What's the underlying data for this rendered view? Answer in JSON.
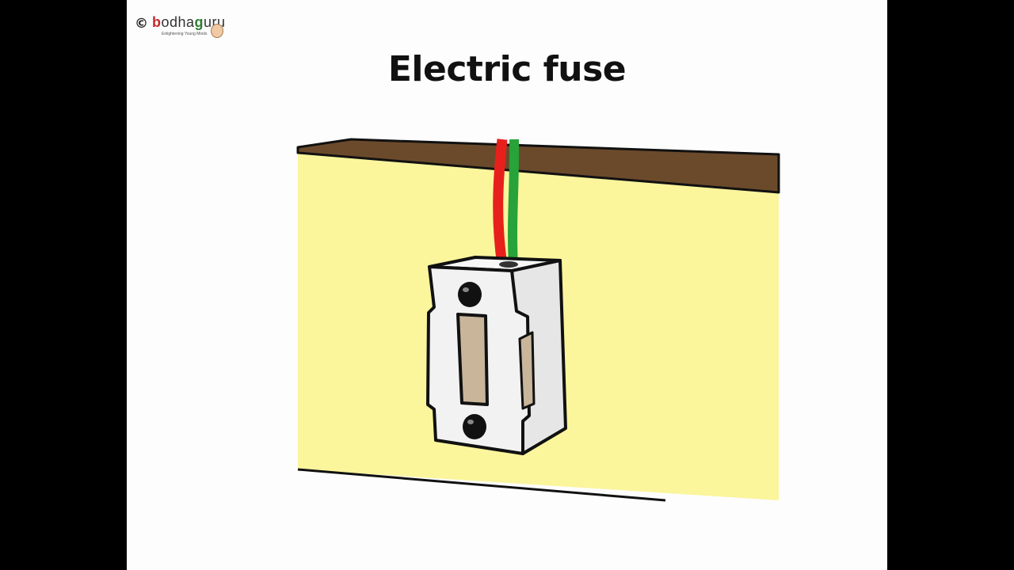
{
  "slide": {
    "title": "Electric fuse",
    "logo": {
      "copyright_symbol": "©",
      "brand_prefix": "b",
      "brand_middle": "odha",
      "brand_letter": "g",
      "brand_suffix": "uru",
      "tagline": "Enlightening Young Minds"
    }
  },
  "colors": {
    "background": "#000000",
    "slide": "#fdfdfd",
    "wall": "#fbf59c",
    "ceiling": "#6b4a2b",
    "wire_live": "#e8201c",
    "wire_neutral": "#27a33a",
    "fuse_body": "#f2f2f2",
    "fuse_slot": "#c8b59a",
    "outline": "#111111"
  },
  "icons": [
    "copyright-icon",
    "bodhaguru-logo",
    "electric-fuse-illustration"
  ]
}
